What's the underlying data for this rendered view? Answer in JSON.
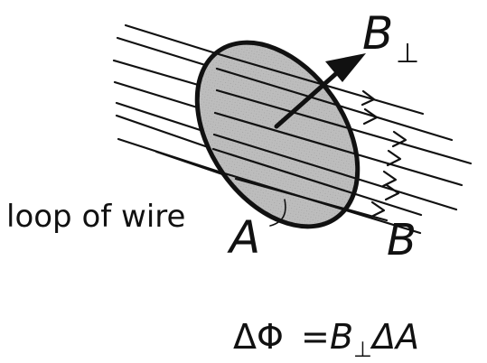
{
  "diagram": {
    "labels": {
      "loop": "loop of wire",
      "area": "A",
      "field": "B",
      "perpendicular_field": "B",
      "perpendicular_symbol": "⊥"
    },
    "formula": {
      "delta_phi": "ΔΦ",
      "equals": "=",
      "field": "B",
      "perpendicular_symbol": "⊥",
      "delta_area": "ΔA"
    },
    "colors": {
      "stroke": "#111111",
      "loop_fill": "#bdbdbd",
      "background": "#ffffff"
    }
  }
}
